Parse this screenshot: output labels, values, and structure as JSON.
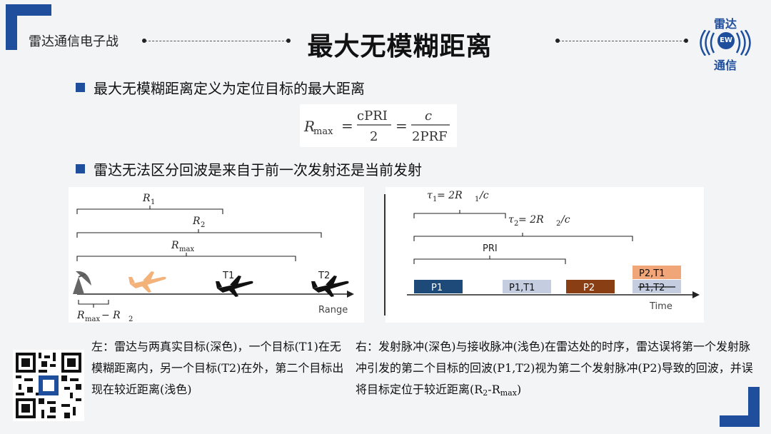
{
  "header": {
    "left_text": "雷达通信电子战",
    "title": "最大无模糊距离"
  },
  "logo": {
    "top": "雷达",
    "badge": "EW",
    "bottom": "通信"
  },
  "bullets": [
    "最大无模糊距离定义为定位目标的最大距离",
    "雷达无法区分回波是来自于前一次发射还是当前发射"
  ],
  "formula": {
    "lhs": "R",
    "lhs_sub": "max",
    "eq1": "=",
    "num1": "cPRI",
    "den1": "2",
    "eq2": "=",
    "num2": "c",
    "den2": "2PRF"
  },
  "left_diagram": {
    "r1": "R",
    "r1_sub": "1",
    "r2": "R",
    "r2_sub": "2",
    "rmax": "R",
    "rmax_sub": "max",
    "t1": "T1",
    "t2": "T2",
    "axis": "Range",
    "diff": "R",
    "diff_sub": "max",
    "diff_rest": " − R",
    "diff_sub2": "2"
  },
  "right_diagram": {
    "tau1": "τ",
    "tau1_sub": "1",
    "tau1_eq": " = 2R",
    "tau1_eq_sub": "1",
    "tau1_tail": "/c",
    "tau2": "τ",
    "tau2_sub": "2",
    "tau2_eq": " = 2R",
    "tau2_eq_sub": "2",
    "tau2_tail": "/c",
    "pri": "PRI",
    "p1": "P1",
    "p1t1": "P1,T1",
    "p2": "P2",
    "p2t1": "P2,T1",
    "p1t2": "P1,T2",
    "axis": "Time"
  },
  "captions": {
    "left": "左：雷达与两真实目标(深色)，一个目标(T1)在无模糊距离内，另一个目标(T2)在外，第二个目标出现在较近距离(浅色)",
    "right_main": "右：发射脉冲(深色)与接收脉冲(浅色)在雷达处的时序，雷达误将第一个发射脉冲引发的第二个目标的回波(P1,T2)视为第二个发射脉冲(P2)导致的回波，并误将目标定位于较近距离(R",
    "right_sub1": "2",
    "right_mid": "-R",
    "right_sub2": "max",
    "right_end": ")"
  },
  "colors": {
    "brand_blue": "#1f4e9c",
    "pulse_dark_blue": "#1d4a78",
    "pulse_light_blue": "#c5cde0",
    "pulse_dark_orange": "#8a3e13",
    "pulse_light_orange": "#f0a679",
    "plane_light": "#f2b27a"
  },
  "icons": [
    "radar-dish-icon",
    "airplane-icon",
    "qr-code-icon",
    "logo-signal-icon"
  ]
}
